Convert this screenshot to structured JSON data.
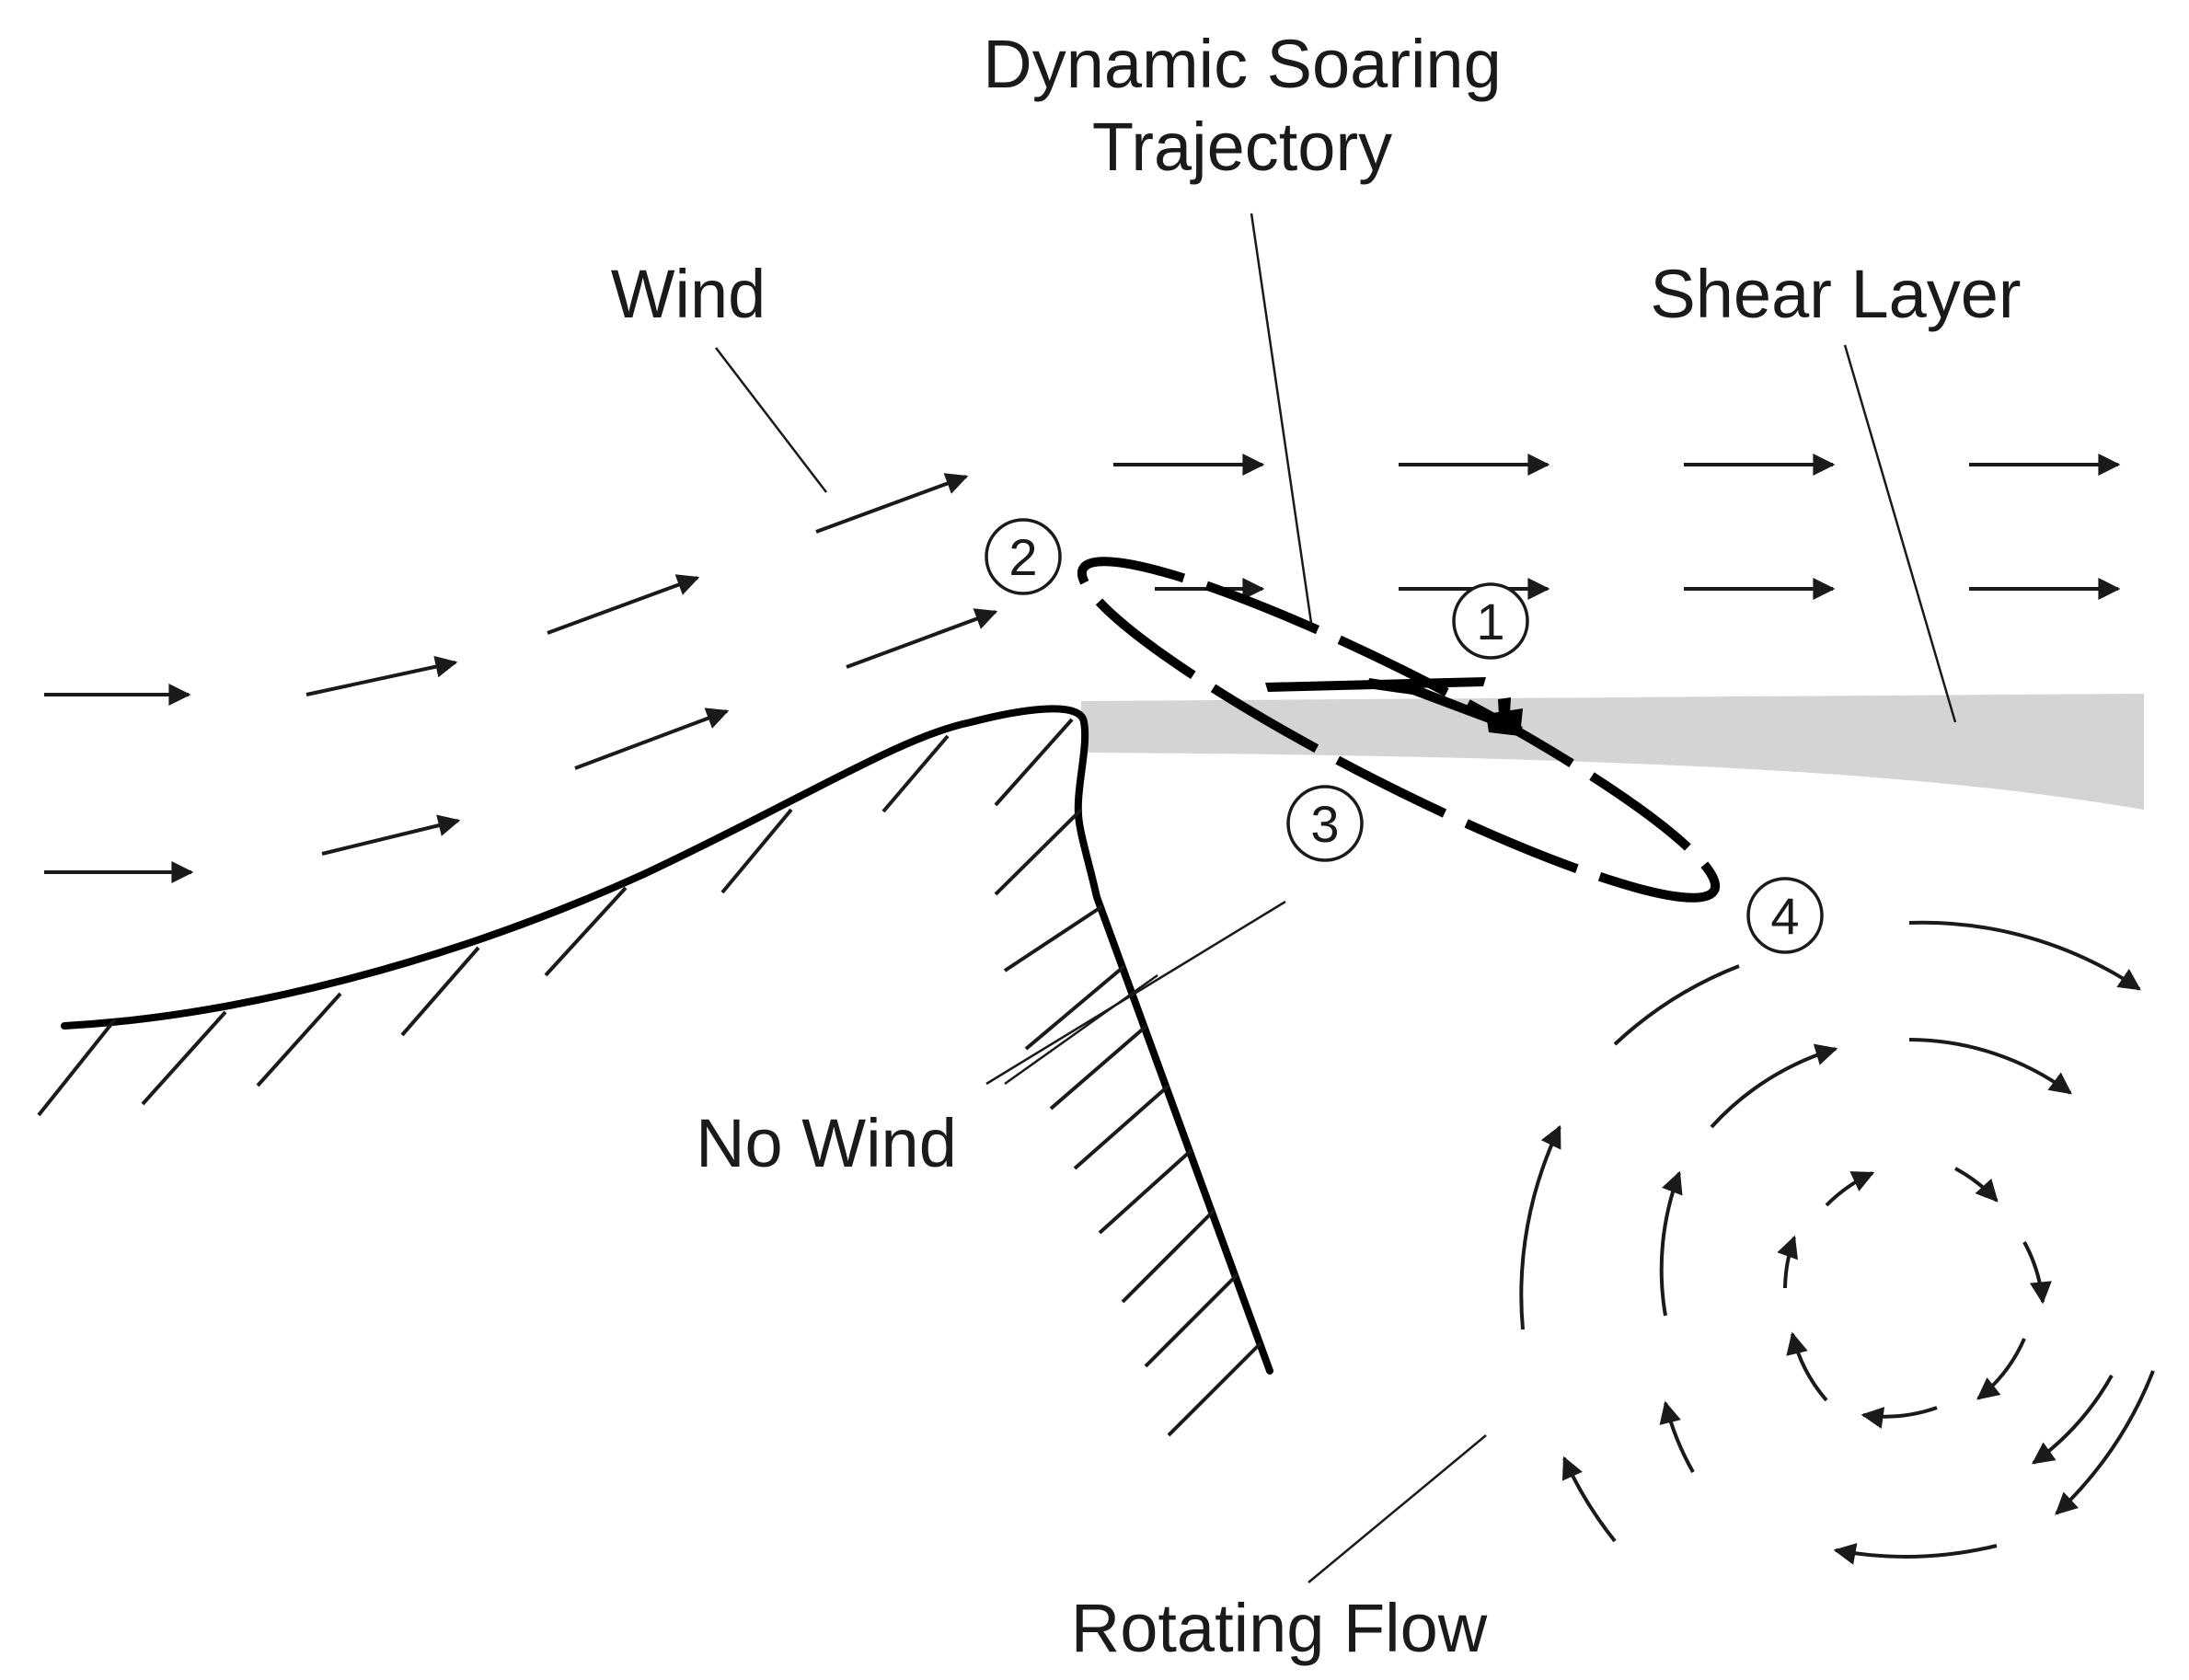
{
  "labels": {
    "trajectory_line1": "Dynamic Soaring",
    "trajectory_line2": "Trajectory",
    "wind": "Wind",
    "shear_layer": "Shear Layer",
    "no_wind": "No Wind",
    "rotating_flow": "Rotating Flow"
  },
  "markers": [
    "1",
    "2",
    "3",
    "4"
  ],
  "colors": {
    "ink": "#1a1a1a",
    "shear_layer_fill": "#d4d4d4",
    "background": "#ffffff"
  }
}
